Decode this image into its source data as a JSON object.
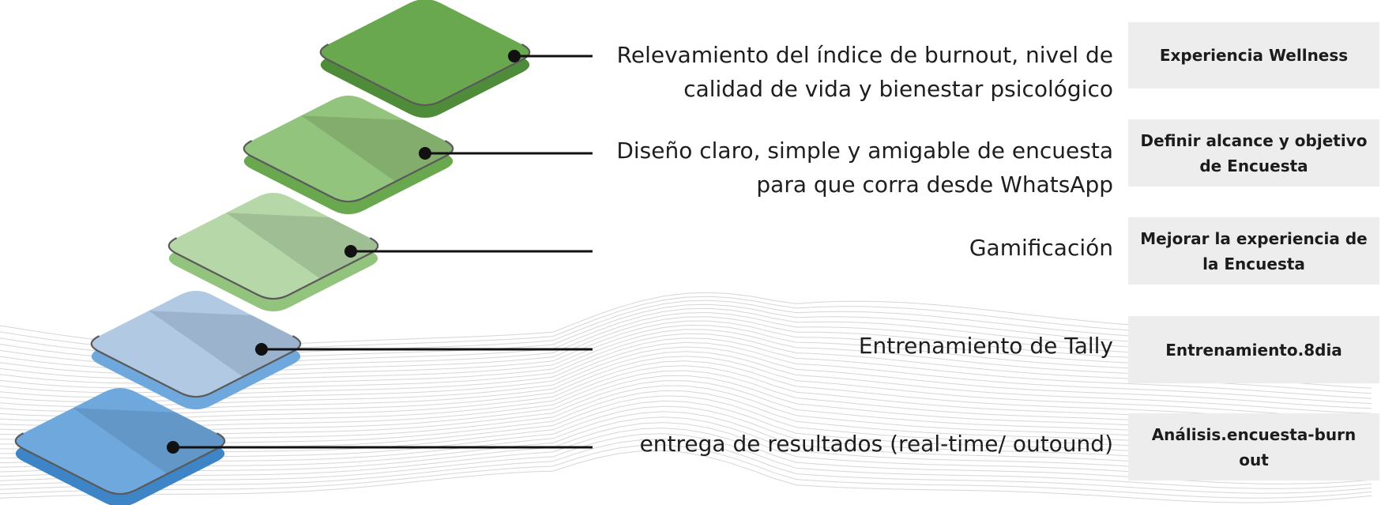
{
  "steps": [
    {
      "description": "Relevamiento del índice de burnout, nivel de calidad de vida y bienestar psicológico",
      "tag": "Experiencia Wellness",
      "colors": {
        "top": "#6aa84f",
        "band": "#6aa84f",
        "side": "#4f8c3a"
      }
    },
    {
      "description": "Diseño claro, simple y amigable de encuesta para que corra desde WhatsApp",
      "tag": "Definir alcance y objetivo de Encuesta",
      "colors": {
        "top": "#93c47d",
        "band": "#82ad6d",
        "side": "#6aa84f"
      }
    },
    {
      "description": "Gamificación",
      "tag": "Mejorar la experiencia de la Encuesta",
      "colors": {
        "top": "#b6d7a8",
        "band": "#9fbe93",
        "side": "#93c47d"
      }
    },
    {
      "description": "Entrenamiento de Tally",
      "tag": "Entrenamiento.8dia",
      "colors": {
        "top": "#b1c9e2",
        "band": "#9bb3cd",
        "side": "#6fa8dc"
      }
    },
    {
      "description": "entrega de resultados (real-time/ outound)",
      "tag": "Análisis.encuesta-burn out",
      "colors": {
        "top": "#6fa8dc",
        "band": "#6397c7",
        "side": "#3d85c6"
      }
    }
  ],
  "colors": {
    "connector": "#111111",
    "tag_background": "#ededed",
    "wave_lines": "#c8c8c8"
  }
}
